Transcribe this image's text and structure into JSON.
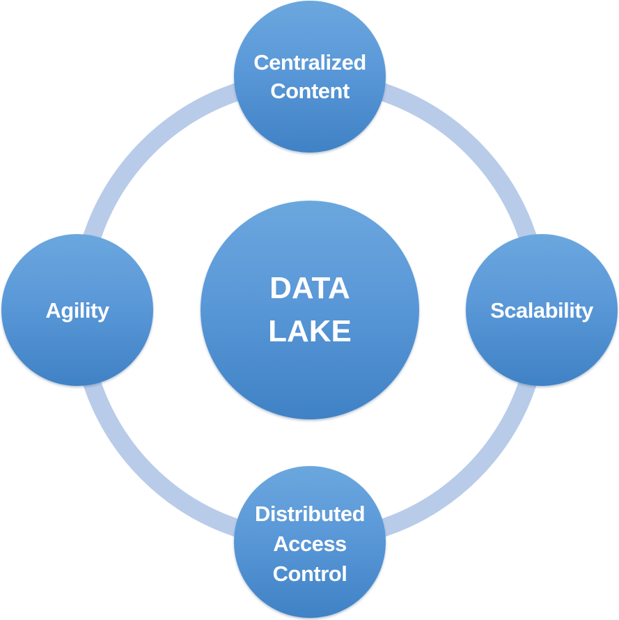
{
  "diagram": {
    "center": {
      "label": "DATA\nLAKE"
    },
    "nodes": [
      {
        "id": "top",
        "label": "Centralized\nContent"
      },
      {
        "id": "right",
        "label": "Scalability"
      },
      {
        "id": "bottom",
        "label": "Distributed\nAccess\nControl"
      },
      {
        "id": "left",
        "label": "Agility"
      }
    ],
    "colors": {
      "node_fill_top": "#6ba7de",
      "node_fill_bottom": "#3f82c5",
      "ring": "#b8cce9",
      "text": "#ffffff"
    }
  }
}
